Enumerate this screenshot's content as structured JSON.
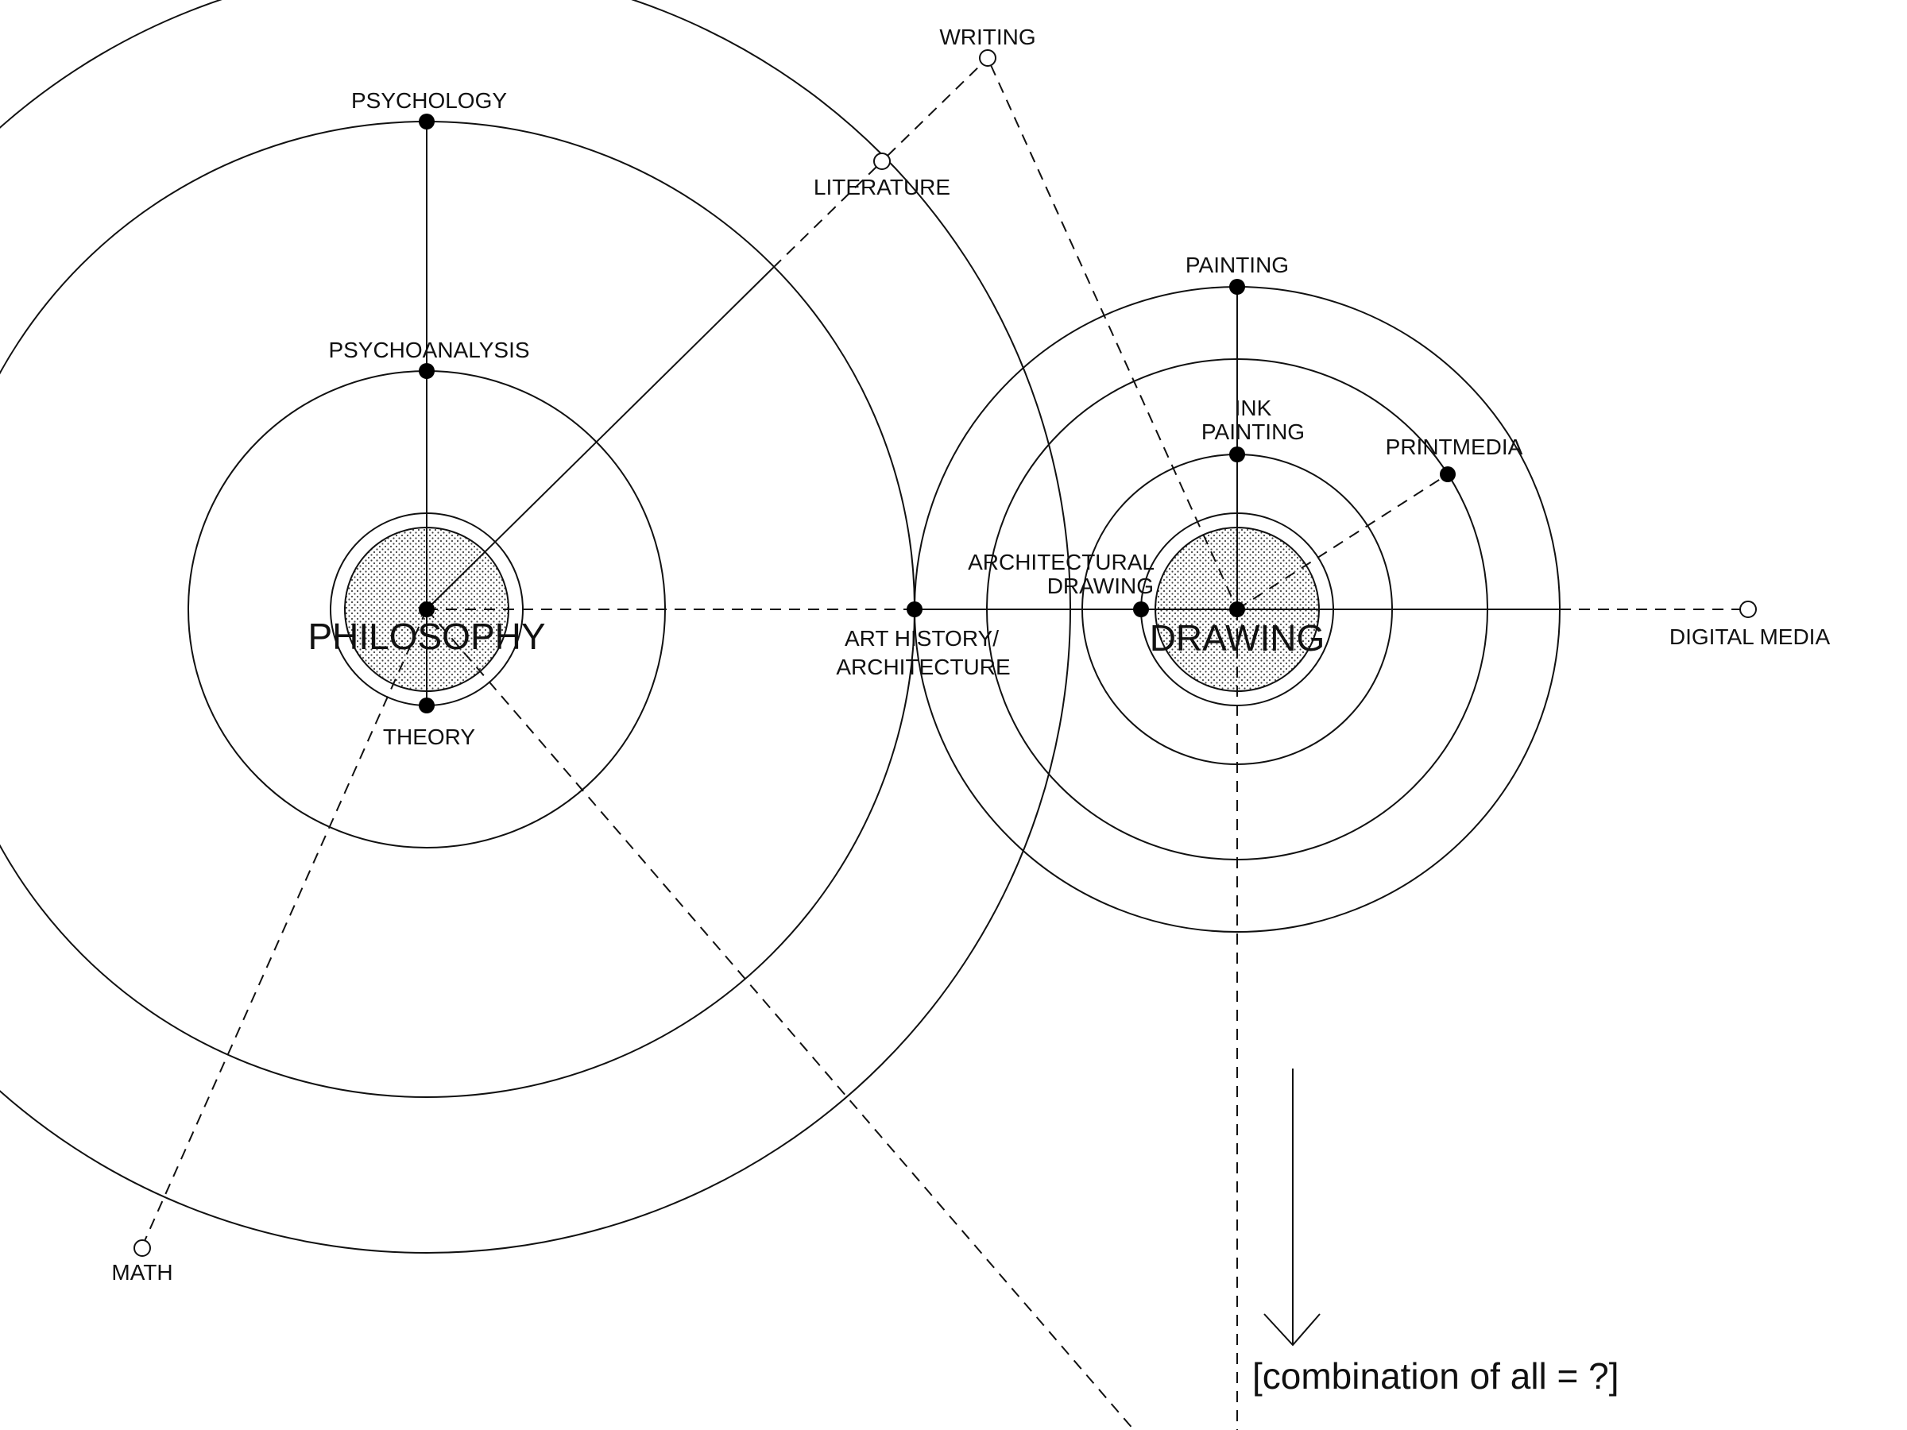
{
  "colors": {
    "ink": "#111111",
    "background": "#ffffff",
    "stipple": "#555555"
  },
  "hubs": {
    "philosophy": "PHILOSOPHY",
    "drawing": "DRAWING"
  },
  "philosophy_nodes": {
    "psychology": "PSYCHOLOGY",
    "psychoanalysis": "PSYCHOANALYSIS",
    "theory": "THEORY",
    "literature": "LITERATURE",
    "writing": "WRITING",
    "math": "MATH"
  },
  "bridge": {
    "line1": "ART HISTORY/",
    "line2": "ARCHITECTURE"
  },
  "drawing_nodes": {
    "painting": "PAINTING",
    "ink_painting_1": "INK",
    "ink_painting_2": "PAINTING",
    "printmedia": "PRINTMEDIA",
    "architectural_drawing_1": "ARCHITECTURAL",
    "architectural_drawing_2": "DRAWING",
    "digital_media": "DIGITAL MEDIA"
  },
  "conclusion": "[combination of all = ?]"
}
